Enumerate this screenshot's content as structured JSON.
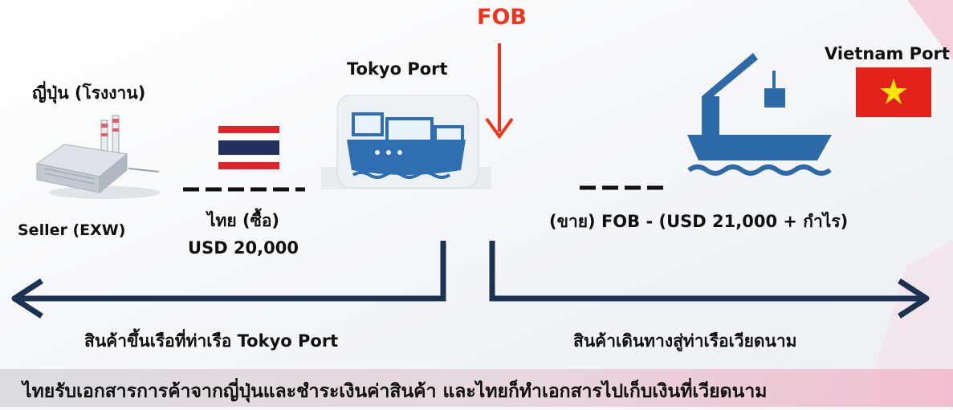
{
  "labels": {
    "fob": "FOB",
    "tokyo_port": "Tokyo Port",
    "vietnam_port": "Vietnam Port",
    "japan_factory": "ญี่ปุ่น (โรงงาน)",
    "seller": "Seller (EXW)",
    "thai_buy_line1": "ไทย (ซื้อ)",
    "thai_buy_line2": "USD 20,000",
    "sell_formula": "(ขาย) FOB - (USD 21,000 + กำไร)",
    "left_caption": "สินค้าขึ้นเรือที่ท่าเรือ Tokyo Port",
    "right_caption": "สินค้าเดินทางสู่ท่าเรือเวียดนาม",
    "bottom_text": "ไทยรับเอกสารการค้าจากญี่ปุ่นและชำระเงินค่าสินค้า และไทยก็ทำเอกสารไปเก็บเงินที่เวียดนาม"
  },
  "colors": {
    "arrow": "#1b3251",
    "fob_red": "#f2331b",
    "ship_blue": "#2f6fb1",
    "navy": "#1b3251"
  },
  "icons": {
    "factory": "factory-icon",
    "thai_flag": "thailand-flag-icon",
    "container_ship": "container-ship-icon",
    "crane_ship": "crane-ship-icon",
    "vietnam_flag": "vietnam-flag-icon"
  }
}
